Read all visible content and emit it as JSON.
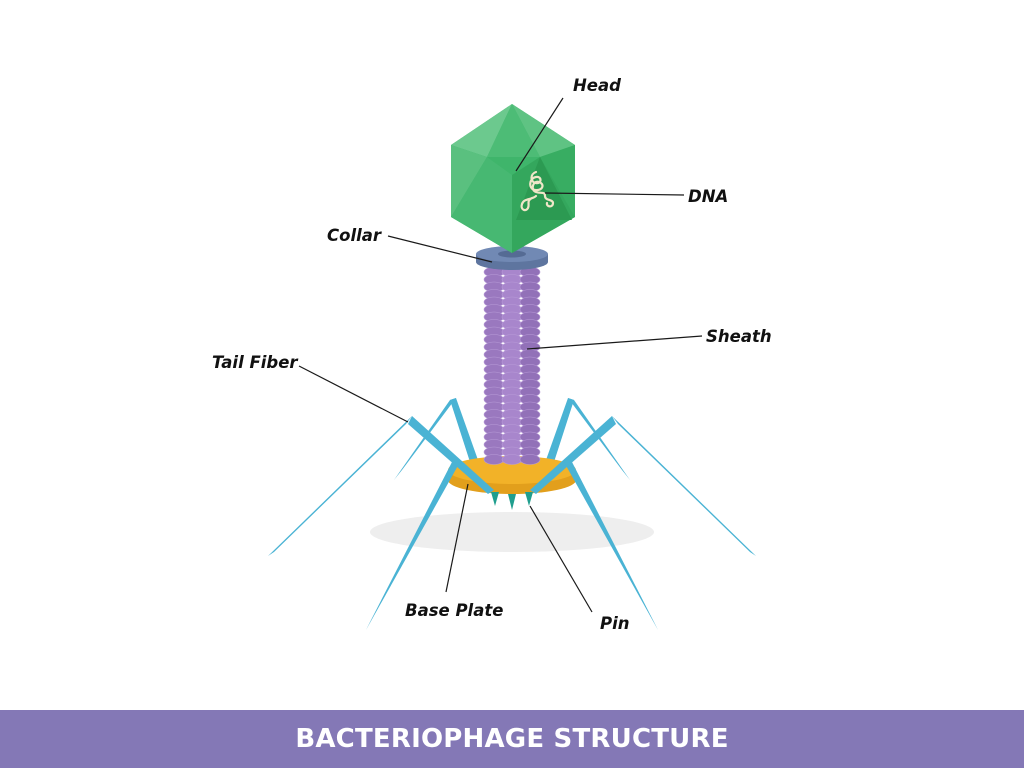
{
  "title": "BACTERIOPHAGE STRUCTURE",
  "labels": {
    "head": "Head",
    "dna": "DNA",
    "collar": "Collar",
    "sheath": "Sheath",
    "tail_fiber": "Tail Fiber",
    "base_plate": "Base Plate",
    "pin": "Pin"
  },
  "colors": {
    "head": "#3db86a",
    "collar": "#6b82ad",
    "sheath": "#a07fc4",
    "base_plate": "#f2b228",
    "tail_fiber": "#4ab3d4",
    "pin": "#1f9e8e",
    "banner": "#8478b6"
  }
}
